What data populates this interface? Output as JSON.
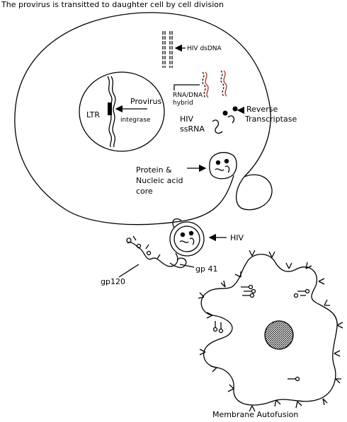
{
  "title": "The provirus is transitted to daughter cell by cell division",
  "labels": {
    "hiv_dsdna": "HIV dsDNA",
    "rna_dna_hybrid_1": "RNA/DNA",
    "rna_dna_hybrid_2": "hybrid",
    "provirus": "Provirus",
    "ltr": "LTR",
    "integrase": "integrase",
    "reverse_transcriptase_1": "Reverse",
    "reverse_transcriptase_2": "Transcriptase",
    "hiv_ssrna_1": "HIV",
    "hiv_ssrna_2": "ssRNA",
    "protein_core_1": "Protein &",
    "protein_core_2": "Nucleic acid",
    "protein_core_3": "core",
    "hiv": "HIV",
    "gp41": "gp 41",
    "gp120": "gp120",
    "membrane_autofusion": "Membrane Autofusion"
  },
  "colors": {
    "ink": "#000000",
    "rna_strand": "#c0392b",
    "background": "#ffffff"
  }
}
